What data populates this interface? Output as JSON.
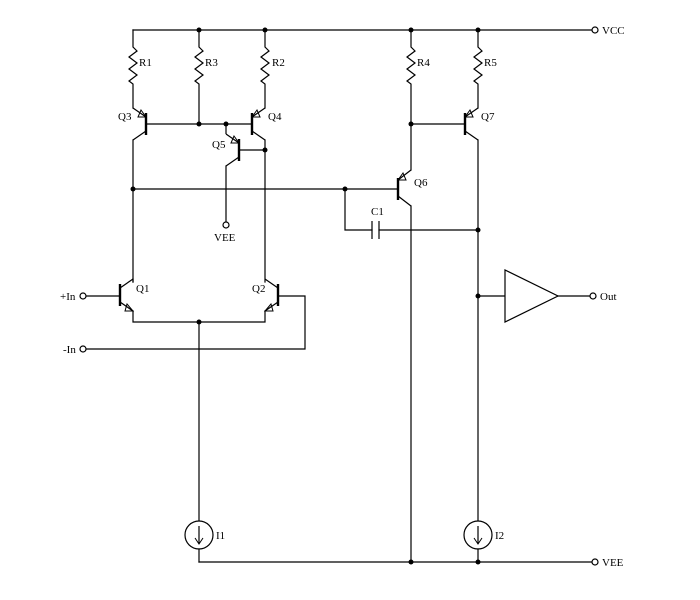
{
  "labels": {
    "vcc": "VCC",
    "vee_rail": "VEE",
    "vee_q5": "VEE",
    "out": "Out",
    "in_plus": "+In",
    "in_minus": "-In",
    "r1": "R1",
    "r2": "R2",
    "r3": "R3",
    "r4": "R4",
    "r5": "R5",
    "q1": "Q1",
    "q2": "Q2",
    "q3": "Q3",
    "q4": "Q4",
    "q5": "Q5",
    "q6": "Q6",
    "q7": "Q7",
    "c1": "C1",
    "i1": "I1",
    "i2": "I2"
  }
}
